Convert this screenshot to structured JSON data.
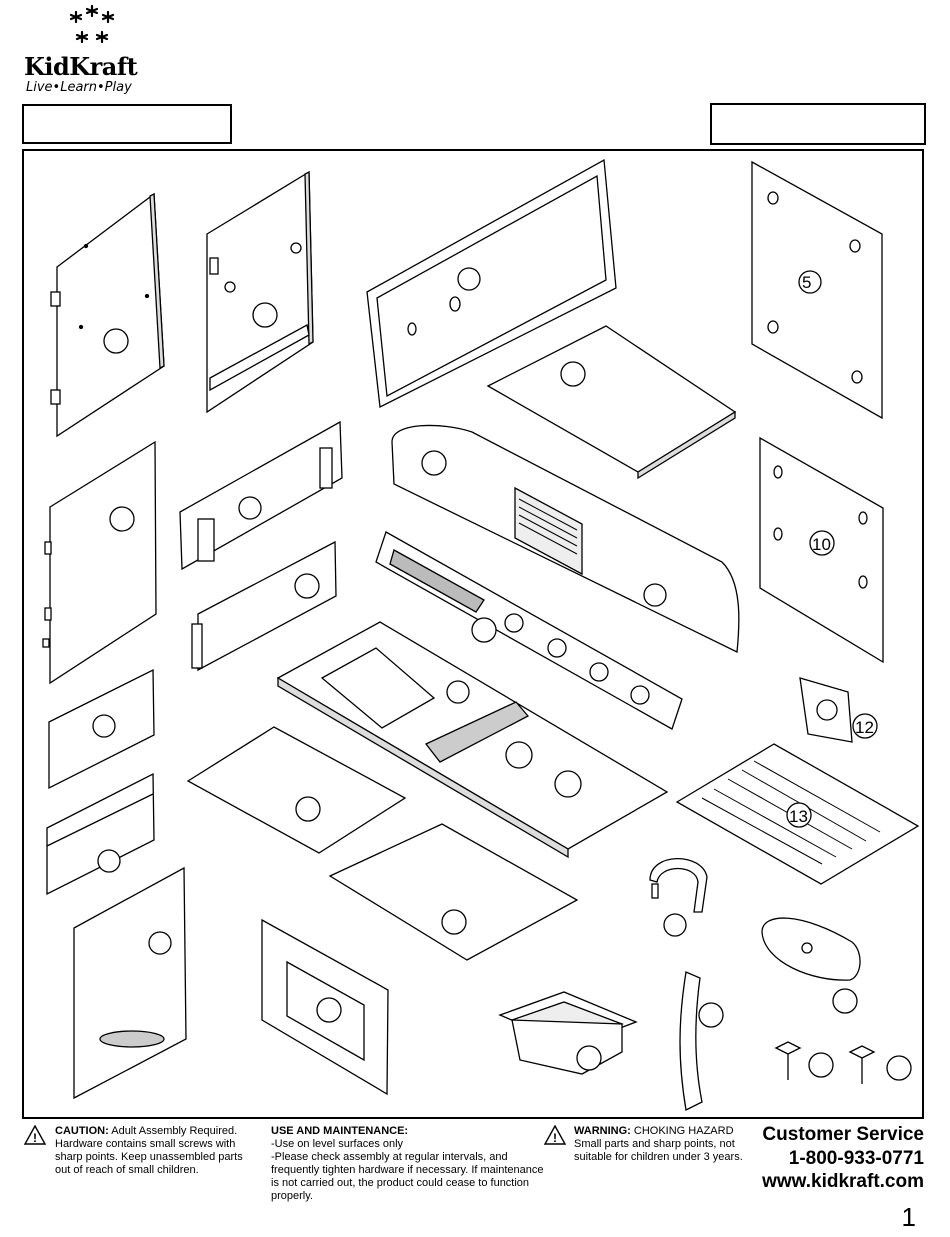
{
  "logo": {
    "brand": "KidKraft",
    "tagline": "Live•Learn•Play"
  },
  "part_labels": {
    "p5": "5",
    "p10": "10",
    "p12": "12",
    "p13": "13"
  },
  "footer": {
    "caution_label": "CAUTION:",
    "caution_text": "Adult Assembly Required.",
    "caution_line2": "Hardware contains small screws with",
    "caution_line3": "sharp points. Keep unassembled parts",
    "caution_line4": "out of reach of small children.",
    "use_title": "USE AND MAINTENANCE:",
    "use_line1": "-Use on level surfaces only",
    "use_line2": "-Please check assembly at regular intervals, and",
    "use_line3": "frequently tighten hardware if necessary.  If maintenance",
    "use_line4": "is not carried out, the product could cease to function",
    "use_line5": "properly.",
    "warning_label": "WARNING:",
    "warning_text": "CHOKING HAZARD",
    "warning_line2": "Small parts and sharp points, not",
    "warning_line3": "suitable for children under 3 years.",
    "cs_title": "Customer Service",
    "cs_phone": "1-800-933-0771",
    "cs_web": "www.kidkraft.com"
  },
  "page_number": "1"
}
